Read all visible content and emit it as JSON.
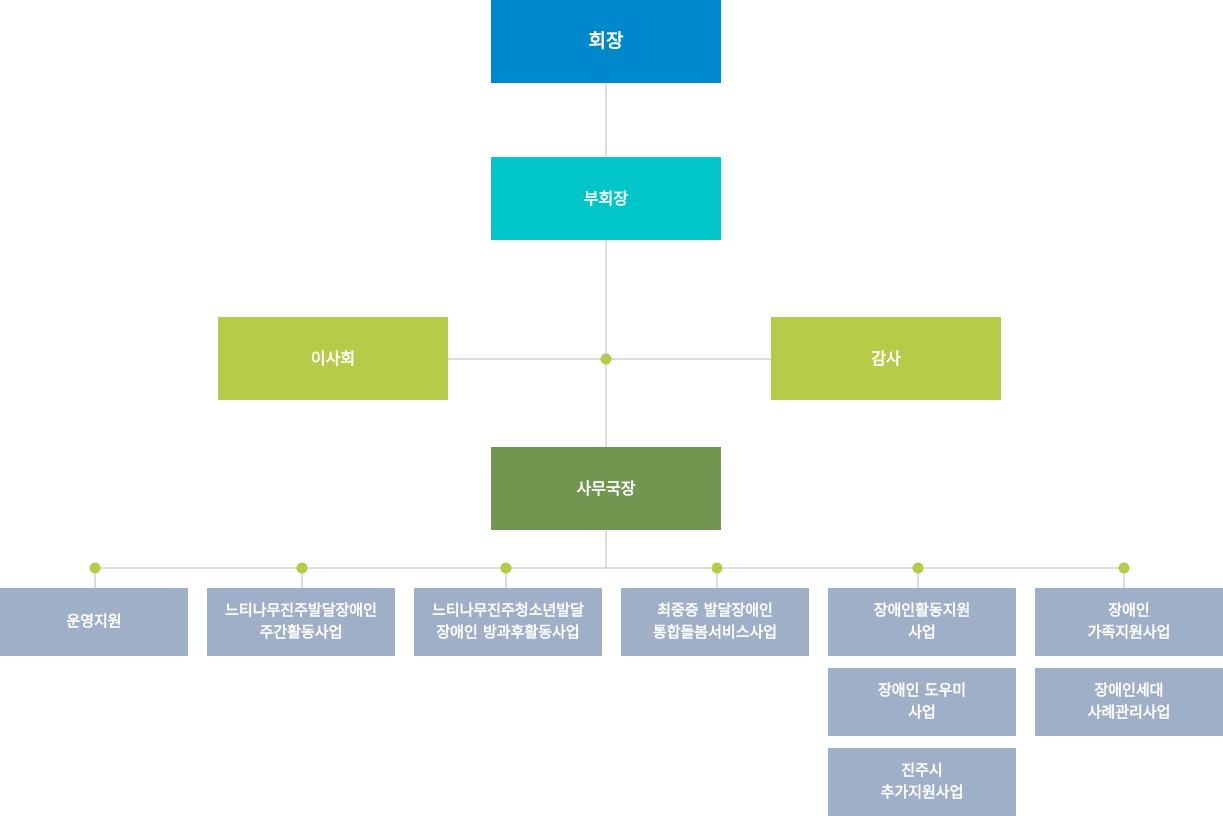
{
  "colors": {
    "chairman": "#0088cc",
    "vice_chairman": "#00c6c9",
    "board": "#b6cb47",
    "audit": "#b6cb47",
    "secretary_general": "#709650",
    "department": "#a0afc8",
    "line": "#bbbbbb",
    "dot": "#b6cb47"
  },
  "nodes": {
    "chairman": "회장",
    "vice_chairman": "부회장",
    "board": "이사회",
    "audit": "감사",
    "secretary_general": "사무국장"
  },
  "departments": [
    {
      "lines": [
        "운영지원"
      ]
    },
    {
      "lines": [
        "느티나무진주발달장애인",
        "주간활동사업"
      ]
    },
    {
      "lines": [
        "느티나무진주청소년발달",
        "장애인 방과후활동사업"
      ]
    },
    {
      "lines": [
        "최중증 발달장애인",
        "통합돌봄서비스사업"
      ]
    },
    {
      "lines": [
        "장애인활동지원",
        "사업"
      ]
    },
    {
      "lines": [
        "장애인",
        "가족지원사업"
      ]
    }
  ],
  "sub_departments": [
    {
      "lines": [
        "장애인 도우미",
        "사업"
      ]
    },
    {
      "lines": [
        "진주시",
        "추가지원사업"
      ]
    },
    {
      "lines": [
        "장애인세대",
        "사례관리사업"
      ]
    }
  ]
}
